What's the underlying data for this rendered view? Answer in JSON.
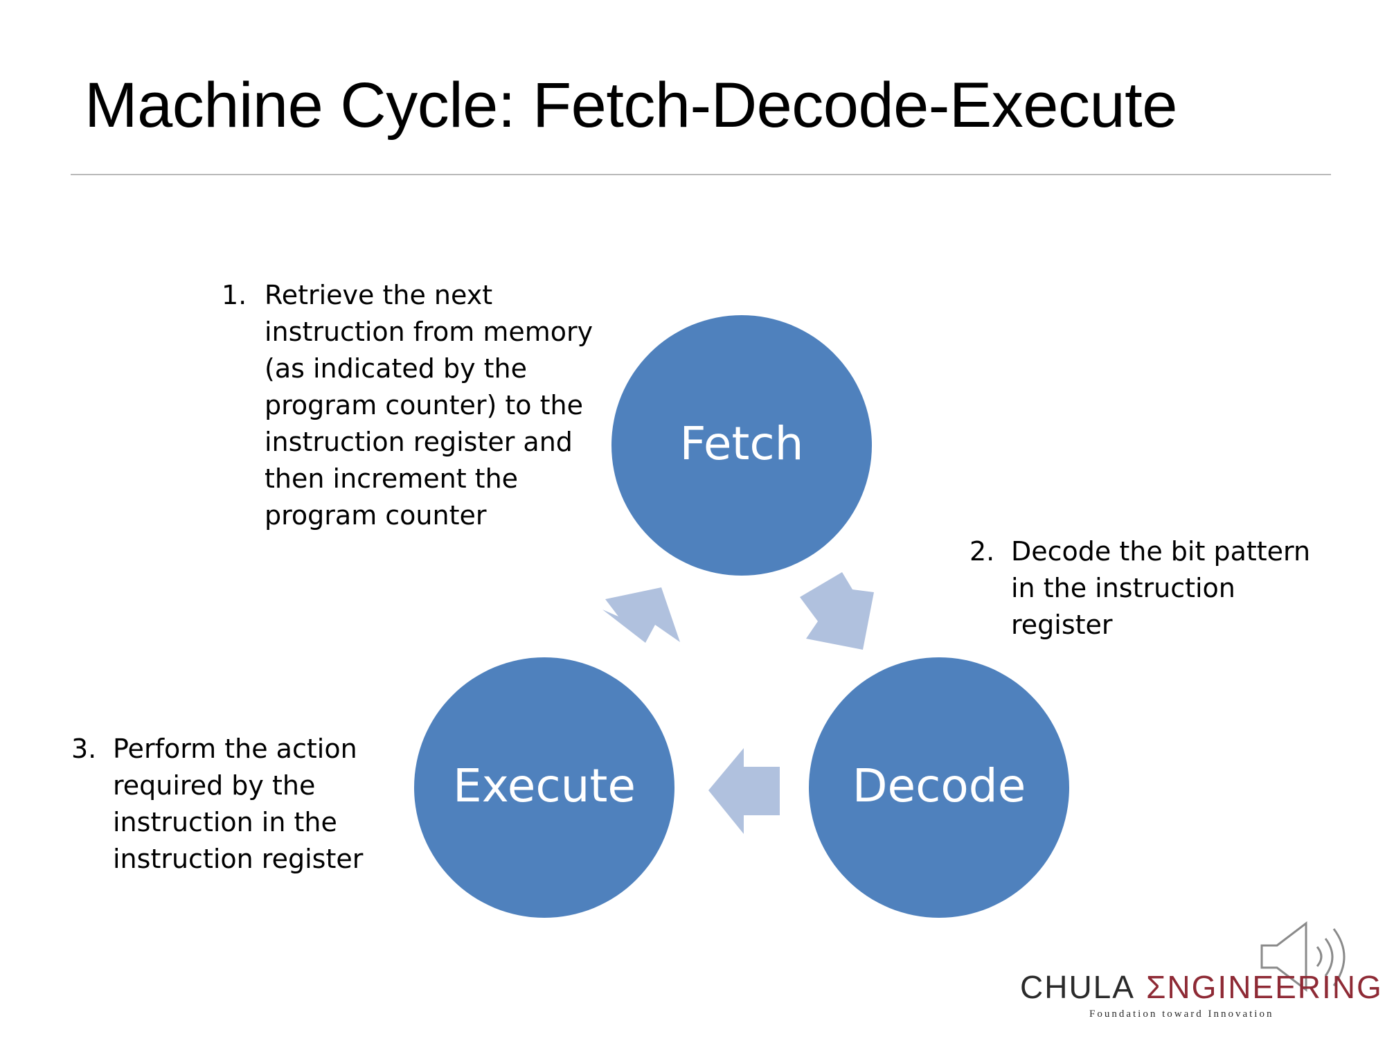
{
  "slide": {
    "title": "Machine Cycle: Fetch-Decode-Execute"
  },
  "cycle": {
    "nodes": [
      {
        "id": "fetch",
        "label": "Fetch"
      },
      {
        "id": "decode",
        "label": "Decode"
      },
      {
        "id": "execute",
        "label": "Execute"
      }
    ],
    "colors": {
      "node": "#4f81bd",
      "arrow": "#b0c1de"
    }
  },
  "steps": [
    {
      "number": "1.",
      "text": "Retrieve the next instruction from memory (as indicated by the program counter) to the instruction register and then increment the program counter"
    },
    {
      "number": "2.",
      "text": "Decode the bit pattern in the instruction register"
    },
    {
      "number": "3.",
      "text": "Perform the action required by the instruction in the instruction register"
    }
  ],
  "icons": {
    "audio": "speaker-icon"
  },
  "logo": {
    "name_part1": "CHULA",
    "name_part2": "ΣNGINEERING",
    "tagline": "Foundation toward Innovation"
  }
}
